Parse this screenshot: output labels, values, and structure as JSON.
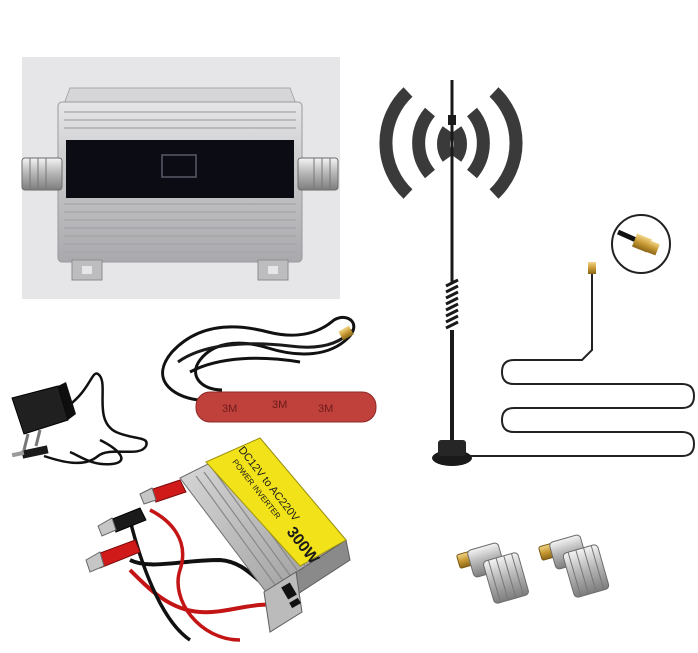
{
  "patch_antenna": {
    "marks": [
      "3M",
      "3M",
      "3M"
    ]
  },
  "inverter": {
    "spec_line": "DC12V to AC220V",
    "subtitle": "POWER INVERTER",
    "watt": "300W"
  },
  "colors": {
    "background": "#ffffff",
    "photo_backdrop": "#e6e6e8",
    "aluminum": "#c9c9cb",
    "display": "#0c0c14",
    "cable": "#111111",
    "signal_waves": "#3a3a3a",
    "adhesive_red": "#c0413c",
    "inverter_label": "#f2e21a",
    "clip_red": "#d01a1a",
    "connector_gold": "#d2aa46",
    "connector_silver": "#c4c4c4"
  },
  "icons": [
    "signal-waves-icon"
  ]
}
